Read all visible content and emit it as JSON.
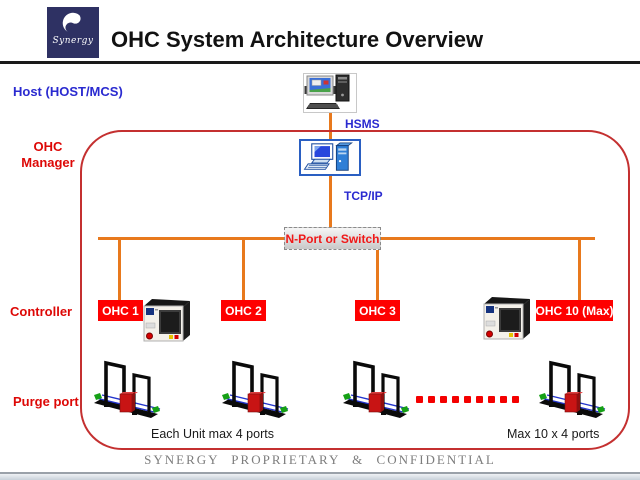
{
  "header": {
    "logo_text": "Synergy",
    "title": "OHC System Architecture Overview"
  },
  "row_labels": {
    "host": "Host (HOST/MCS)",
    "ohc_manager": "OHC Manager",
    "controller": "Controller",
    "purge_port": "Purge port"
  },
  "connections": {
    "hsms": "HSMS",
    "tcpip": "TCP/IP",
    "nport": "N-Port or Switch"
  },
  "controllers": [
    {
      "label": "OHC 1"
    },
    {
      "label": "OHC 2"
    },
    {
      "label": "OHC 3"
    },
    {
      "label": "OHC 10 (Max)"
    }
  ],
  "notes": {
    "each_unit": "Each Unit max 4 ports",
    "max_total": "Max 10 x 4 ports"
  },
  "footer": "SYNERGY PROPRIETARY & CONFIDENTIAL",
  "colors": {
    "line_orange": "#e8791d",
    "frame_red": "#c43030",
    "label_red": "#dd0806",
    "box_red": "#fe0000",
    "link_blue": "#2a2ad0",
    "logo_navy": "#2e3163"
  }
}
